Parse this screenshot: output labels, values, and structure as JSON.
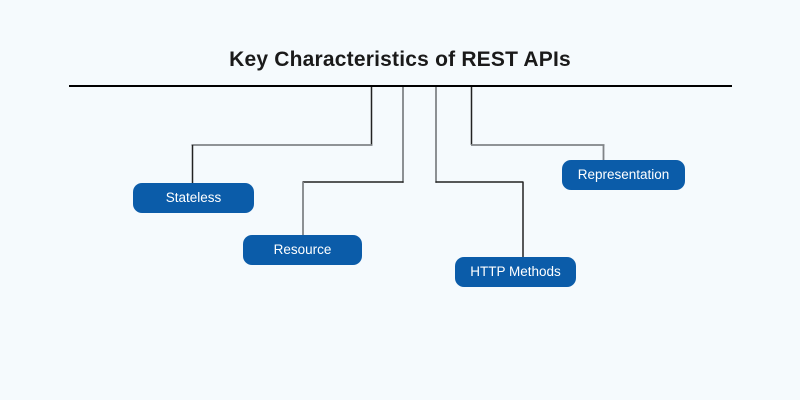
{
  "diagram": {
    "title": "Key Characteristics of REST APIs",
    "nodes": [
      {
        "id": "stateless",
        "label": "Stateless"
      },
      {
        "id": "resource",
        "label": "Resource"
      },
      {
        "id": "http-methods",
        "label": "HTTP Methods"
      },
      {
        "id": "representation",
        "label": "Representation"
      }
    ],
    "colors": {
      "background": "#f5fafd",
      "node_fill": "#0b5ca9",
      "node_text": "#ffffff",
      "title_text": "#1a1a1a",
      "rule": "#000000",
      "connector_dark": "#222222",
      "connector_gray": "#808487"
    }
  }
}
